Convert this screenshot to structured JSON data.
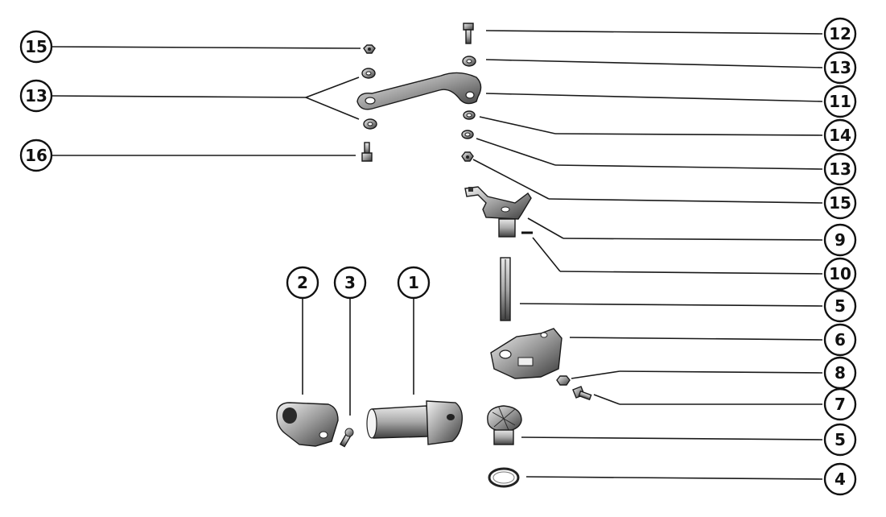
{
  "callouts": {
    "c15a": "15",
    "c13a": "13",
    "c16": "16",
    "c12": "12",
    "c13b": "13",
    "c11": "11",
    "c14": "14",
    "c13c": "13",
    "c15b": "15",
    "c9": "9",
    "c10": "10",
    "c5a": "5",
    "c6": "6",
    "c8": "8",
    "c7": "7",
    "c5b": "5",
    "c4": "4",
    "c2": "2",
    "c3": "3",
    "c1": "1"
  }
}
